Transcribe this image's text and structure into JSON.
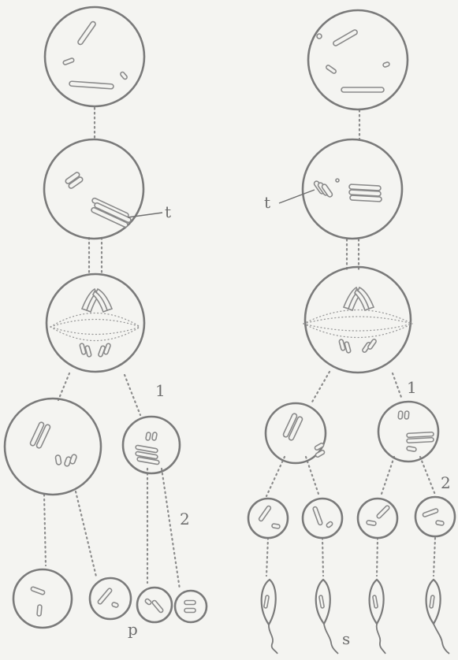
{
  "labels": {
    "tetrad_left": "t",
    "tetrad_right": "t",
    "division_1_left": "1",
    "division_1_right": "1",
    "division_2_left": "2",
    "division_2_right": "2",
    "polar_bodies": "p",
    "sperm": "s"
  },
  "colors": {
    "ink": "#7a7a7a",
    "paper": "#f4f4f1"
  }
}
